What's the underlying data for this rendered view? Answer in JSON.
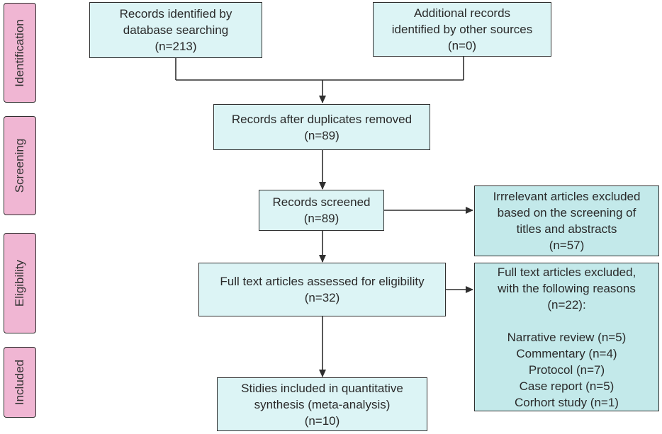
{
  "phases": {
    "identification": "Identification",
    "screening": "Screening",
    "eligibility": "Eligibility",
    "included": "Included"
  },
  "boxes": {
    "database_search": {
      "lines": [
        "Records identified by",
        "database searching",
        "(n=213)"
      ]
    },
    "other_sources": {
      "lines": [
        "Additional records",
        "identified by other sources",
        "(n=0)"
      ]
    },
    "duplicates_removed": {
      "lines": [
        "Records after duplicates removed",
        "(n=89)"
      ]
    },
    "screened": {
      "lines": [
        "Records screened",
        "(n=89)"
      ]
    },
    "excluded_screening": {
      "lines": [
        "Irrrelevant articles excluded",
        "based on the screening of",
        "titles and abstracts",
        "(n=57)"
      ]
    },
    "full_text_assessed": {
      "lines": [
        "Full text articles assessed for eligibility",
        "(n=32)"
      ]
    },
    "full_text_excluded": {
      "header": [
        "Full text articles excluded,",
        "with the following reasons",
        "(n=22):"
      ],
      "reasons": [
        "Narrative review (n=5)",
        "Commentary (n=4)",
        "Protocol (n=7)",
        "Case report (n=5)",
        "Corhort study (n=1)"
      ]
    },
    "included_studies": {
      "lines": [
        "Stidies included in quantitative",
        "synthesis (meta-analysis)",
        "(n=10)"
      ]
    }
  },
  "colors": {
    "phase_fill": "#f0b6d3",
    "box_light": "#dcf4f5",
    "box_teal": "#c3e9ea",
    "stroke": "#2f2f2f"
  }
}
